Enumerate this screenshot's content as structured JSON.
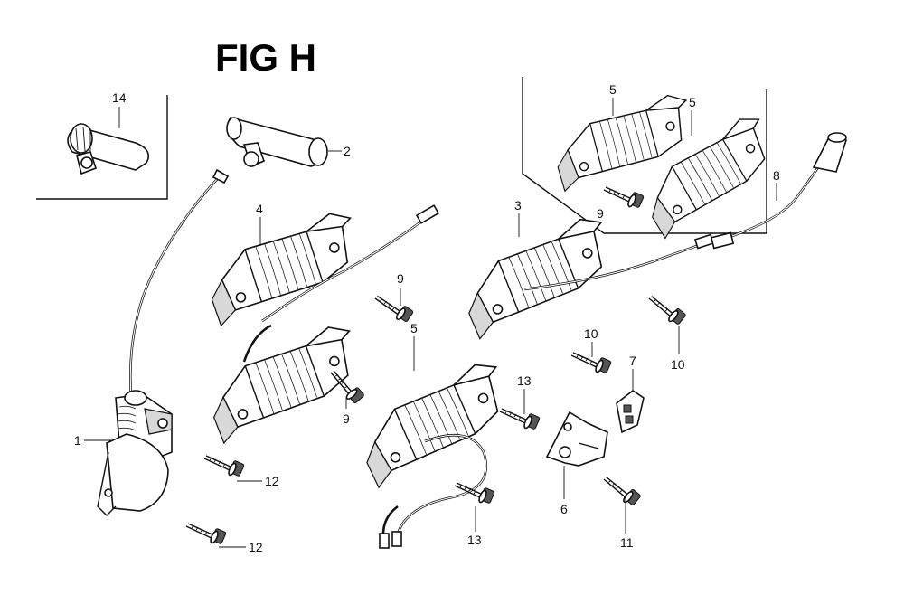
{
  "title": "FIG H",
  "callouts": {
    "c1": "1",
    "c2": "2",
    "c3": "3",
    "c4": "4",
    "c5a": "5",
    "c5b": "5",
    "c5c": "5",
    "c6": "6",
    "c7": "7",
    "c8": "8",
    "c9a": "9",
    "c9b": "9",
    "c9c": "9",
    "c10a": "10",
    "c10b": "10",
    "c11": "11",
    "c12a": "12",
    "c12b": "12",
    "c13a": "13",
    "c13b": "13",
    "c14": "14"
  }
}
